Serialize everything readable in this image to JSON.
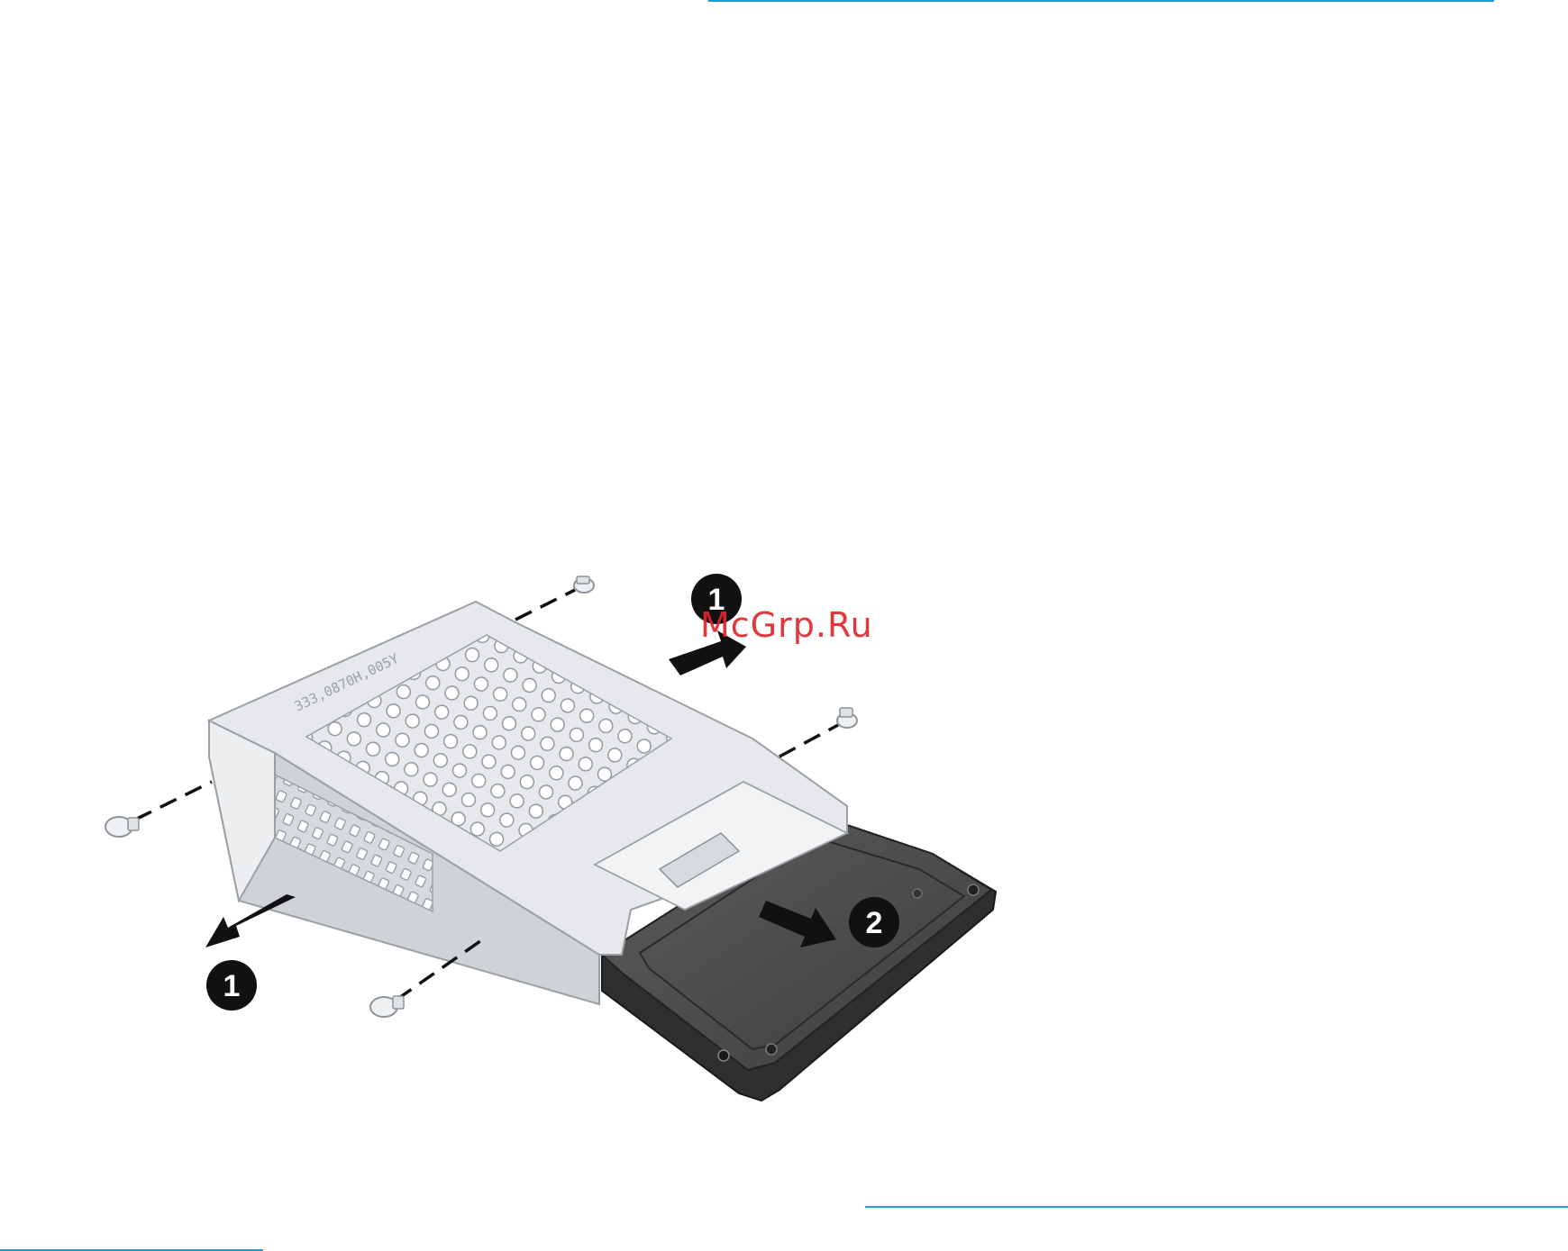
{
  "page": {
    "rule_color": "#1f9ad6",
    "background": "#ffffff"
  },
  "figure": {
    "subject": "hard-drive-cage-removal",
    "callouts": [
      {
        "id": "step-1-top",
        "label": "1"
      },
      {
        "id": "step-1-left",
        "label": "1"
      },
      {
        "id": "step-2",
        "label": "2"
      }
    ],
    "cage_stamp": "333,0870H,005Y",
    "colors": {
      "cage": "#e6e8eb",
      "cage_edge": "#9aa0a6",
      "drive": "#4d4d4d",
      "drive_dark": "#2b2b2b",
      "callout": "#111111",
      "arrow": "#111111"
    },
    "screw_count": 4
  },
  "watermark": {
    "text": "McGrp.Ru",
    "color": "#e0262d"
  }
}
